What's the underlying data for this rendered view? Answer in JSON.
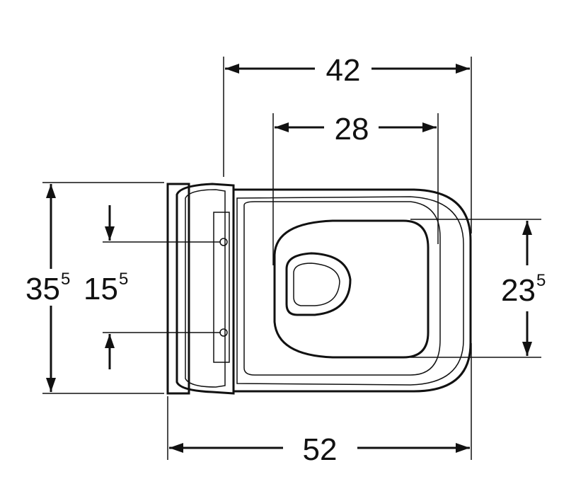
{
  "dimensions": {
    "outer_width": "42",
    "seat_width": "28",
    "total_length": "52",
    "left_height": {
      "main": "35",
      "sup": "5"
    },
    "hinge_spacing": {
      "main": "15",
      "sup": "5"
    },
    "opening_depth": {
      "main": "23",
      "sup": "5"
    }
  }
}
